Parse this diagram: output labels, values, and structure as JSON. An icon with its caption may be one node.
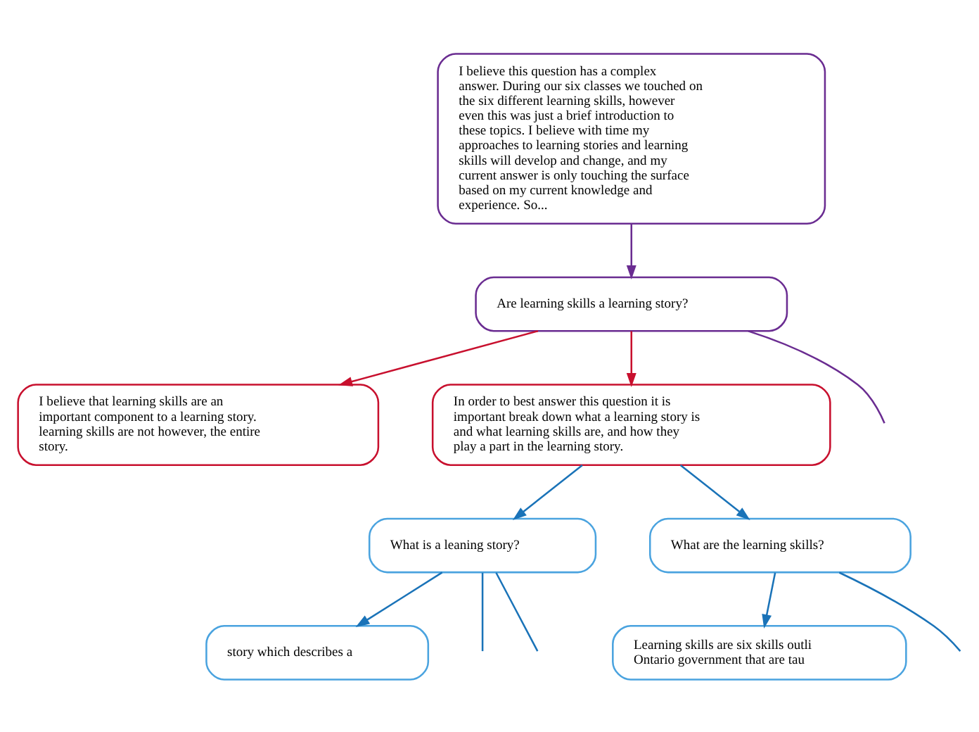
{
  "diagram": {
    "nodes": [
      {
        "text": [
          "I believe this question has a complex answer. During our six classes we touched on the six different learning skills, however even this was just a brief introduction to these topics. I believe with time my approaches to learning stories and learning skills will develop and change, and my current answer is only touching the surface based on my current knowledge and experience. So..."
        ]
      },
      {
        "text": [
          "Are learning skills a learning story?"
        ]
      },
      {
        "text": [
          "I believe that learning skills are an important component to a learning story. learning skills are not however, the entire story."
        ]
      },
      {
        "text": [
          "In order to best answer this question it is important break down what a learning story is and what learning skills are, and how they play a part in the learning story."
        ]
      },
      {
        "text": [
          "What is a leaning story?"
        ]
      },
      {
        "text": [
          "What are the learning skills?"
        ]
      },
      {
        "text": [
          "story which describes a"
        ]
      },
      {
        "text": [
          "Learning skills are six skills outli Ontario government that are tau"
        ]
      }
    ],
    "edges": [
      {
        "from": 0,
        "to": 1,
        "arrow": "to",
        "color": "#6a2c91"
      },
      {
        "from": 1,
        "to": 2,
        "arrow": "to",
        "color": "#c8102e"
      },
      {
        "from": 1,
        "to": 3,
        "arrow": "to",
        "color": "#c8102e"
      },
      {
        "from": 1,
        "to": null,
        "arrow": "none",
        "color": "#6a2c91"
      },
      {
        "from": 3,
        "to": 4,
        "arrow": "to"
      },
      {
        "from": 3,
        "to": 5,
        "arrow": "to"
      },
      {
        "from": 4,
        "to": 6,
        "arrow": "to"
      },
      {
        "from": 4,
        "to": null,
        "arrow": "none"
      },
      {
        "from": 4,
        "to": null,
        "arrow": "none"
      },
      {
        "from": 5,
        "to": null,
        "arrow": "none"
      },
      {
        "from": 5,
        "to": 7,
        "arrow": "to"
      }
    ]
  }
}
